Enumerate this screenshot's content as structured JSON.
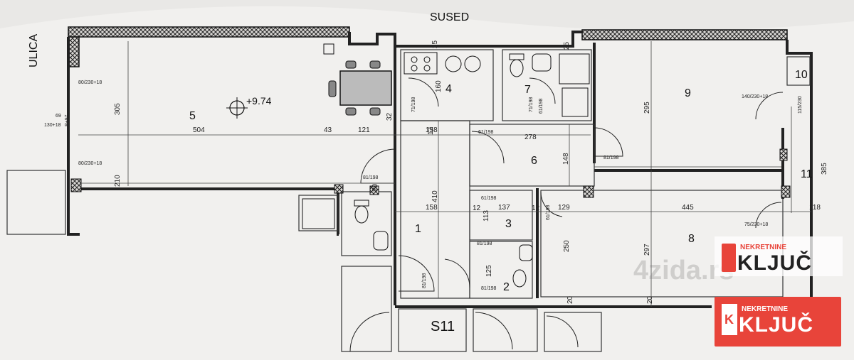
{
  "labels": {
    "top": "SUSED",
    "left": "ULICA",
    "elevation": "+9.74",
    "stair": "S11"
  },
  "rooms": [
    "5",
    "4",
    "7",
    "9",
    "10",
    "6",
    "11",
    "3",
    "1",
    "2",
    "8"
  ],
  "dimensions": {
    "d305": "305",
    "d504": "504",
    "d43": "43",
    "d121": "121",
    "d158a": "158",
    "d278": "278",
    "d148": "148",
    "d295": "295",
    "d385": "385",
    "d410": "410",
    "d158b": "158",
    "d137": "137",
    "d129": "129",
    "d445": "445",
    "d118": "118",
    "d297": "297",
    "d250": "250",
    "d210": "210",
    "d12a": "12",
    "d12b": "12",
    "d12c": "12",
    "d20a": "20",
    "d20b": "20",
    "d20c": "20",
    "d25a": "25",
    "d25b": "25",
    "d32": "32",
    "d113": "113",
    "d125": "125",
    "d160": "160"
  },
  "doors": {
    "w1": "80/230+18",
    "w2": "80/230+18",
    "w3": "130+18",
    "w4": "140/230+18",
    "w5": "75/230+18",
    "w6": "115/230",
    "d1": "81/198",
    "d2": "81/198",
    "d3": "81/198",
    "d4": "71/198",
    "d5": "71/198",
    "d6": "61/198",
    "d7": "61/198",
    "d8": "81/198",
    "d9": "61/198",
    "d10": "81/198",
    "d11": "61/198",
    "p97": "P+97",
    "d11b": "69"
  },
  "watermark": "4zida.rs",
  "logo": {
    "top_small": "NEKRETNINE",
    "main": "KLJUČ",
    "letter": "K",
    "accent": "#e8443a"
  }
}
